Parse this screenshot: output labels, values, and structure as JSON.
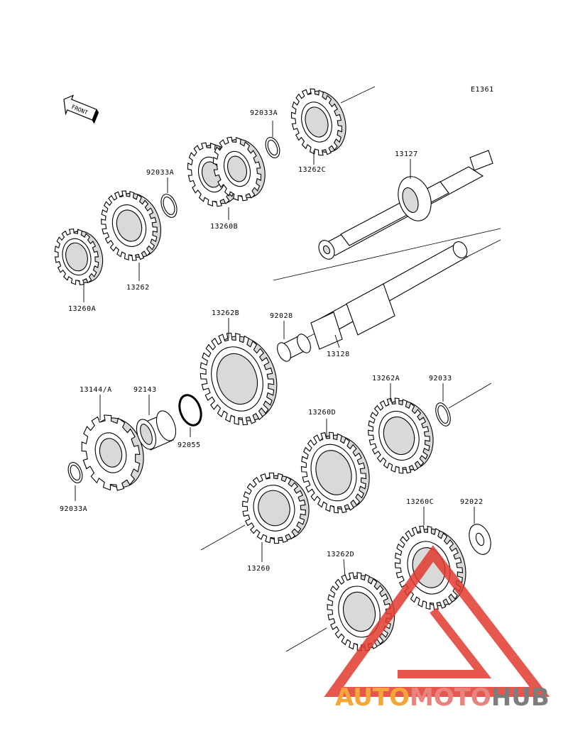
{
  "diagram_id": "E1361",
  "front_label": "FRONT",
  "parts": [
    {
      "id": "p1",
      "label": "92033A"
    },
    {
      "id": "p2",
      "label": "13262C"
    },
    {
      "id": "p3",
      "label": "92033A"
    },
    {
      "id": "p4",
      "label": "13260B"
    },
    {
      "id": "p5",
      "label": "13127"
    },
    {
      "id": "p6",
      "label": "13262"
    },
    {
      "id": "p7",
      "label": "13260A"
    },
    {
      "id": "p8",
      "label": "13262B"
    },
    {
      "id": "p9",
      "label": "92028"
    },
    {
      "id": "p10",
      "label": "13128"
    },
    {
      "id": "p11",
      "label": "13144/A"
    },
    {
      "id": "p12",
      "label": "92143"
    },
    {
      "id": "p13",
      "label": "92055"
    },
    {
      "id": "p14",
      "label": "13262A"
    },
    {
      "id": "p15",
      "label": "92033"
    },
    {
      "id": "p16",
      "label": "13260D"
    },
    {
      "id": "p17",
      "label": "92033A"
    },
    {
      "id": "p18",
      "label": "13260"
    },
    {
      "id": "p19",
      "label": "13260C"
    },
    {
      "id": "p20",
      "label": "92022"
    },
    {
      "id": "p21",
      "label": "13262D"
    }
  ],
  "watermark": {
    "part1": "AUTO",
    "part2": "MOTO",
    "part3": "HUB",
    "colors": {
      "auto": "#f4a63a",
      "moto": "#e8837d",
      "hub": "#7d7d7d",
      "logo": "#e23b2e"
    }
  }
}
